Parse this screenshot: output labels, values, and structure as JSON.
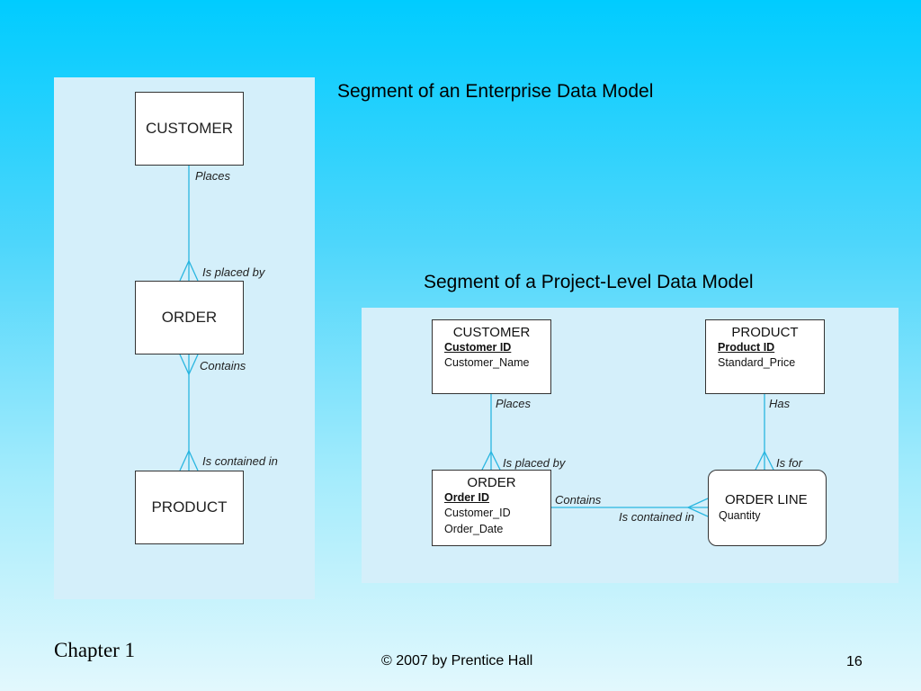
{
  "titles": {
    "enterprise": "Segment of an Enterprise Data Model",
    "project": "Segment of a Project-Level Data Model"
  },
  "enterprise_model": {
    "entities": {
      "customer": "CUSTOMER",
      "order": "ORDER",
      "product": "PRODUCT"
    },
    "relationships": {
      "places": "Places",
      "is_placed_by": "Is placed by",
      "contains": "Contains",
      "is_contained_in": "Is contained in"
    }
  },
  "project_model": {
    "customer": {
      "name": "CUSTOMER",
      "key": "Customer ID",
      "attributes": [
        "Customer_Name"
      ]
    },
    "product": {
      "name": "PRODUCT",
      "key": "Product ID",
      "attributes": [
        "Standard_Price"
      ]
    },
    "order": {
      "name": "ORDER",
      "key": "Order ID",
      "attributes": [
        "Customer_ID",
        "Order_Date"
      ]
    },
    "order_line": {
      "name": "ORDER LINE",
      "attributes": [
        "Quantity"
      ]
    },
    "relationships": {
      "places": "Places",
      "is_placed_by": "Is placed by",
      "has": "Has",
      "is_for": "Is for",
      "contains": "Contains",
      "is_contained_in": "Is contained in"
    }
  },
  "footer": {
    "chapter": "Chapter 1",
    "copyright": "© 2007 by Prentice Hall",
    "page_number": "16"
  },
  "colors": {
    "line": "#29b6e0",
    "panel": "#d4effa"
  }
}
